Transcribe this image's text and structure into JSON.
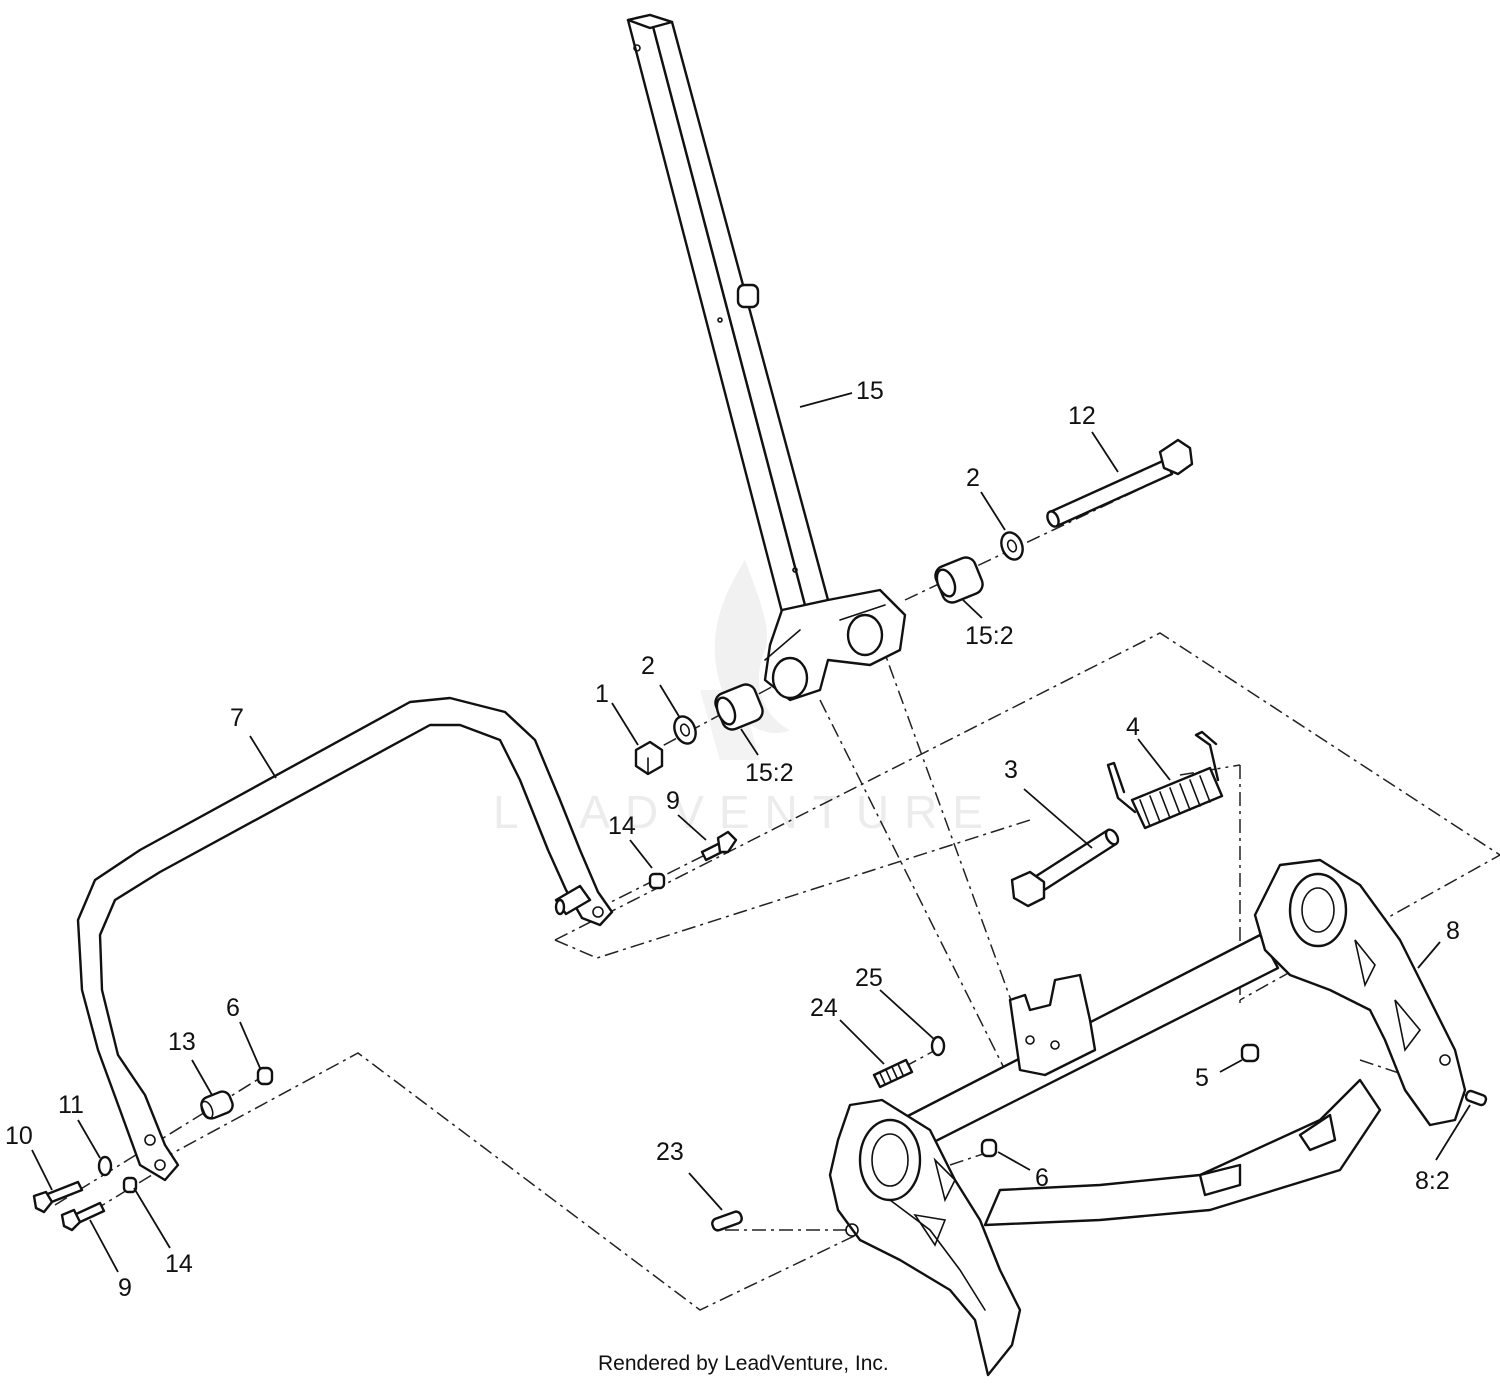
{
  "watermark": {
    "text": "LEADVENTURE"
  },
  "footer": {
    "credit": "Rendered by LeadVenture, Inc."
  },
  "callouts": [
    {
      "id": "c1",
      "label": "1"
    },
    {
      "id": "c2a",
      "label": "2"
    },
    {
      "id": "c2b",
      "label": "2"
    },
    {
      "id": "c3",
      "label": "3"
    },
    {
      "id": "c4",
      "label": "4"
    },
    {
      "id": "c5",
      "label": "5"
    },
    {
      "id": "c6a",
      "label": "6"
    },
    {
      "id": "c6b",
      "label": "6"
    },
    {
      "id": "c7",
      "label": "7"
    },
    {
      "id": "c8",
      "label": "8"
    },
    {
      "id": "c82",
      "label": "8:2"
    },
    {
      "id": "c9a",
      "label": "9"
    },
    {
      "id": "c9b",
      "label": "9"
    },
    {
      "id": "c10",
      "label": "10"
    },
    {
      "id": "c11",
      "label": "11"
    },
    {
      "id": "c12",
      "label": "12"
    },
    {
      "id": "c13",
      "label": "13"
    },
    {
      "id": "c14a",
      "label": "14"
    },
    {
      "id": "c14b",
      "label": "14"
    },
    {
      "id": "c15",
      "label": "15"
    },
    {
      "id": "c152a",
      "label": "15:2"
    },
    {
      "id": "c152b",
      "label": "15:2"
    },
    {
      "id": "c23",
      "label": "23"
    },
    {
      "id": "c24",
      "label": "24"
    },
    {
      "id": "c25",
      "label": "25"
    }
  ]
}
